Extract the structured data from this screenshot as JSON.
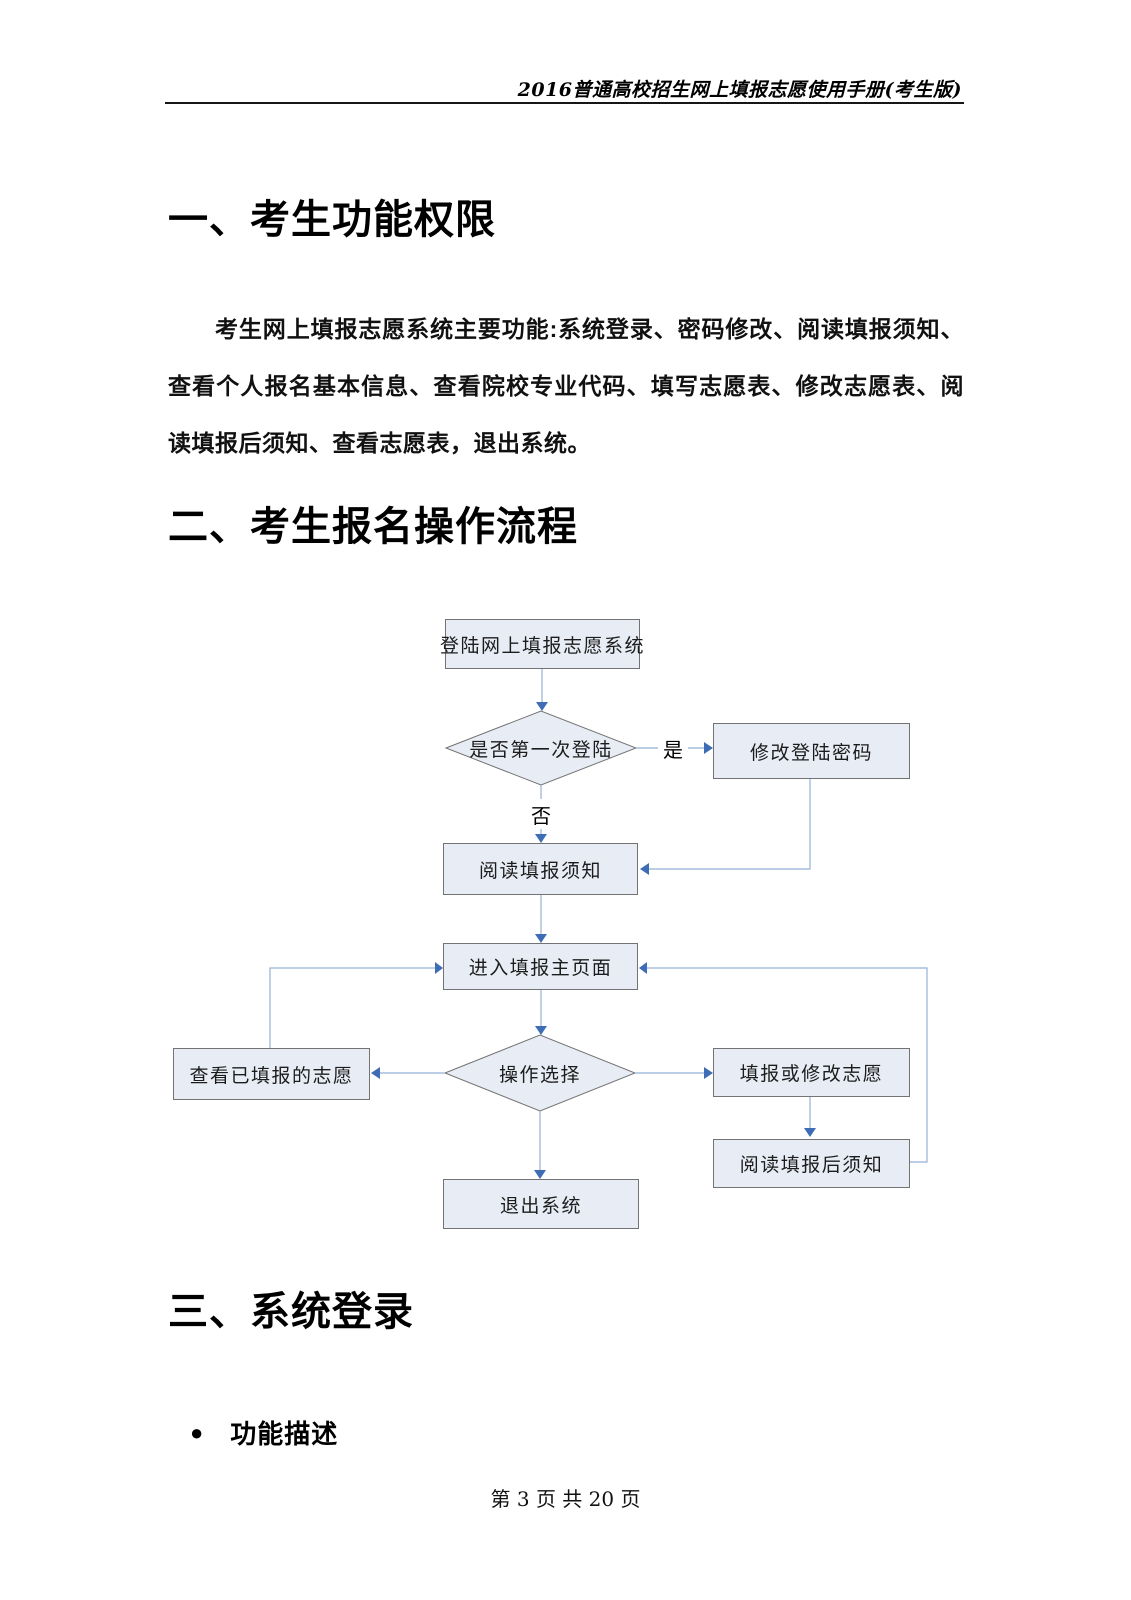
{
  "header": {
    "title": "2016普通高校招生网上填报志愿使用手册(考生版)"
  },
  "sections": {
    "one": {
      "heading": "一、考生功能权限",
      "paragraph": "考生网上填报志愿系统主要功能:系统登录、密码修改、阅读填报须知、查看个人报名基本信息、查看院校专业代码、填写志愿表、修改志愿表、阅读填报后须知、查看志愿表，退出系统。"
    },
    "two": {
      "heading": "二、考生报名操作流程"
    },
    "three": {
      "heading": "三、系统登录",
      "bullet": "功能描述"
    }
  },
  "flowchart": {
    "nodes": {
      "login": "登陆网上填报志愿系统",
      "is_first_login": "是否第一次登陆",
      "change_password": "修改登陆密码",
      "read_notice": "阅读填报须知",
      "main_page": "进入填报主页面",
      "action_select": "操作选择",
      "view_submitted": "查看已填报的志愿",
      "fill_or_modify": "填报或修改志愿",
      "read_post_notice": "阅读填报后须知",
      "exit_system": "退出系统"
    },
    "edge_labels": {
      "yes": "是",
      "no": "否"
    },
    "colors": {
      "node_fill": "#e8edf5",
      "node_border": "#737373",
      "connector": "#94b1d7",
      "arrowhead": "#3e6db5"
    }
  },
  "footer": {
    "page_number": "第 3 页 共 20 页"
  }
}
